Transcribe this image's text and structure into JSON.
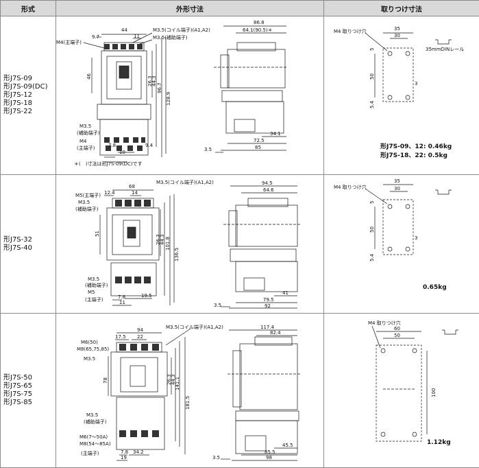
{
  "headers": {
    "model": "形式",
    "outline": "外形寸法",
    "mounting": "取りつけ寸法"
  },
  "rows": [
    {
      "models": [
        "形J7S-09",
        "形J7S-09(DC)",
        "形J7S-12",
        "形J7S-18",
        "形J7S-22"
      ],
      "front": {
        "top_width": "44",
        "left_off": "9.7",
        "inner": "11",
        "coil": "M3.5(コイル端子)(A1,A2)",
        "aux_top": "M3.5(補助端子)",
        "main": "M4(主端子)",
        "v_left": "46",
        "v1": "26.3",
        "v2": "44.3",
        "v3": "96.7",
        "v4": "128.9",
        "aux_bot_1": "M3.5",
        "aux_bot_2": "(補助端子)",
        "main_bot_1": "M4",
        "main_bot_2": "(主端子)",
        "b1": "7.8",
        "b2": "9.4",
        "b3": "10",
        "note": "＊(　)寸法は形J7S-09(DC)です"
      },
      "side": {
        "d1": "86.8",
        "d2": "64.1(90.5)＊",
        "d3": "34.1",
        "d4": "72.5",
        "d5": "85",
        "d6": "3.5"
      },
      "mount": {
        "hole": "M4 取りつけ穴",
        "w1": "35",
        "w2": "30",
        "h1": "50",
        "h2": "5",
        "h3": "5.4",
        "h4": "3",
        "rail": "35mmDINレール"
      },
      "weight_lines": [
        "形J7S-09、12: 0.46kg",
        "形J7S-18、22: 0.5kg"
      ]
    },
    {
      "models": [
        "形J7S-32",
        "形J7S-40"
      ],
      "front": {
        "top_width": "68",
        "left_off": "12.4",
        "inner": "14",
        "coil": "M3.5(コイル端子)(A1,A2)",
        "main_top_1": "M5(主端子)",
        "aux_top_1": "M3.5",
        "aux_top_2": "(補助端子)",
        "v_left": "51",
        "v1": "26.3",
        "v2": "44.3",
        "v3": "101.8",
        "v4": "136.5",
        "aux_bot_1": "M3.5",
        "aux_bot_2": "(補助端子)",
        "main_bot_1": "M5",
        "main_bot_2": "(主端子)",
        "b1": "7.8",
        "b2": "19.5",
        "b3": "11"
      },
      "side": {
        "d1": "94.5",
        "d2": "64.6",
        "d3": "41",
        "d4": "79.5",
        "d5": "92",
        "d6": "3.5"
      },
      "mount": {
        "hole": "M4 取りつけ穴",
        "w1": "35",
        "w2": "30",
        "h1": "50",
        "h2": "5",
        "h3": "5.4",
        "h4": "3"
      },
      "weight_lines": [
        "0.65kg"
      ]
    },
    {
      "models": [
        "形J7S-50",
        "形J7S-65",
        "形J7S-75",
        "形J7S-85"
      ],
      "front": {
        "top_width": "94",
        "left_off": "17.5",
        "inner": "22",
        "coil": "M3.5(コイル端子)(A1,A2)",
        "m6": "M6(50)",
        "m8": "M8(65,75,85)",
        "aux_top": "M3.5",
        "v_left": "78",
        "v1": "26.3",
        "v2": "44.3",
        "v3": "141.1",
        "v4": "181.5",
        "aux_bot_1": "M3.5",
        "aux_bot_2": "(補助端子)",
        "main_bot_1": "M6(7〜50A)",
        "main_bot_2": "M8(54〜85A)",
        "main_bot_3": "(主端子)",
        "b1": "7.8",
        "b2": "34.2",
        "b3": "19"
      },
      "side": {
        "d1": "117.4",
        "d2": "82.4",
        "d3": "45.5",
        "d4": "85.5",
        "d5": "98",
        "d6": "3.5"
      },
      "mount": {
        "hole": "M4 取りつけ穴",
        "w1": "60",
        "w2": "50",
        "h1": "100"
      },
      "weight_lines": [
        "1.12kg"
      ]
    }
  ]
}
